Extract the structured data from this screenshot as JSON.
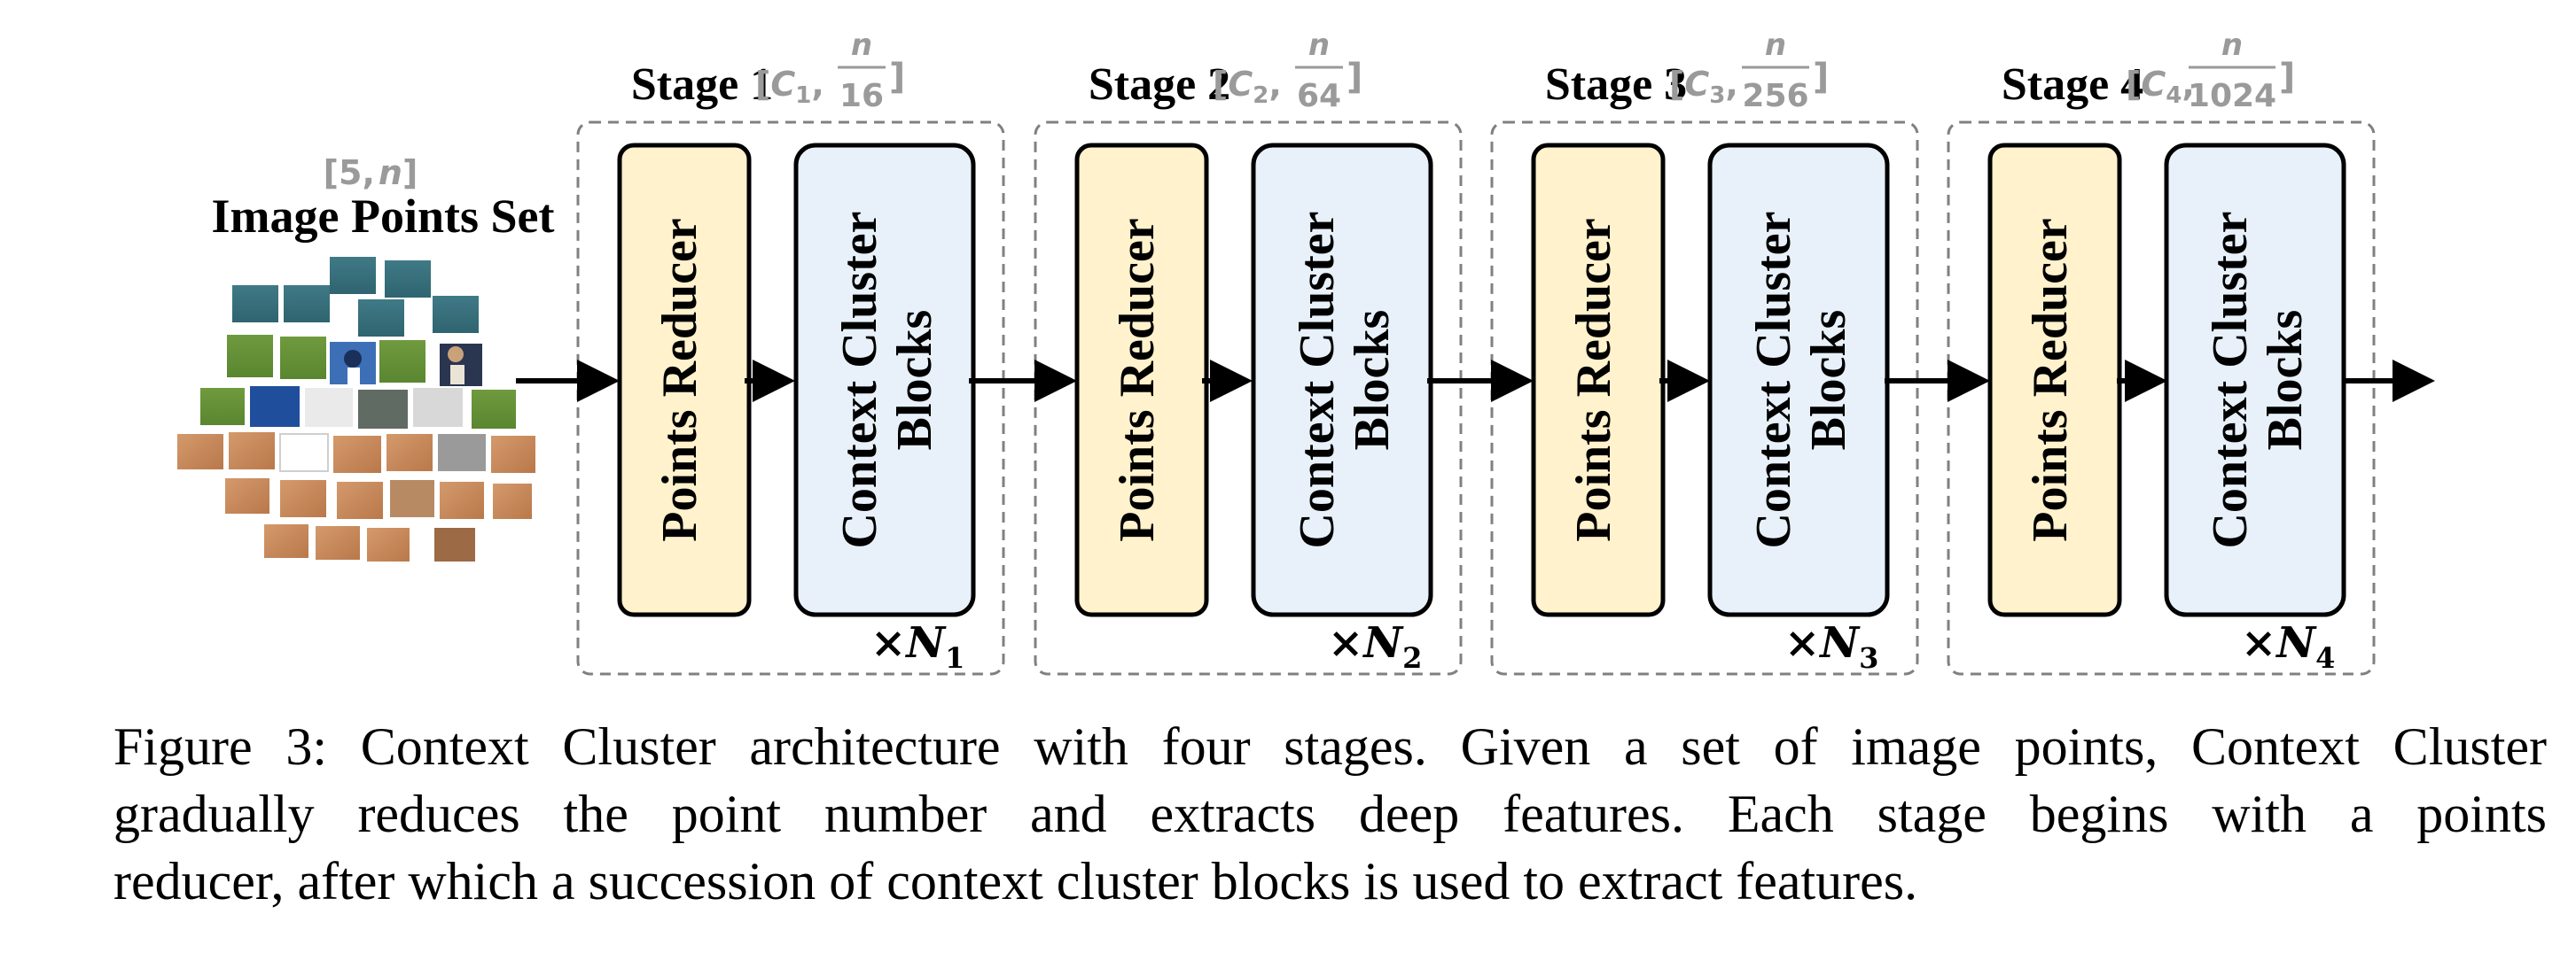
{
  "input": {
    "shape_label": "[5, n]",
    "shape_open": "[",
    "shape_c": "5,",
    "shape_n": "n",
    "shape_close": "]",
    "title": "Image Points Set"
  },
  "stages": [
    {
      "title": "Stage 1",
      "shape_c": "C",
      "shape_sub": "1",
      "shape_num": "n",
      "shape_den": "16",
      "repeat_sub": "1"
    },
    {
      "title": "Stage 2",
      "shape_c": "C",
      "shape_sub": "2",
      "shape_num": "n",
      "shape_den": "64",
      "repeat_sub": "2"
    },
    {
      "title": "Stage 3",
      "shape_c": "C",
      "shape_sub": "3",
      "shape_num": "n",
      "shape_den": "256",
      "repeat_sub": "3"
    },
    {
      "title": "Stage 4",
      "shape_c": "C",
      "shape_sub": "4",
      "shape_num": "n",
      "shape_den": "1024",
      "repeat_sub": "4"
    }
  ],
  "blocks": {
    "reducer_label": "Points Reducer",
    "cluster_line1": "Context Cluster",
    "cluster_line2": "Blocks",
    "repeat_prefix": "×",
    "repeat_var": "N"
  },
  "colors": {
    "reducer_fill": "#FFF2CC",
    "cluster_fill": "#E8F1FA",
    "stage_border": "#808080",
    "shape_text": "#9A9A9A",
    "arrow": "#000000"
  },
  "caption": {
    "line1": "Figure 3: Context Cluster architecture with four stages. Given a set of image points, Context Cluster",
    "line2": "gradually reduces the point number and extracts deep features.  Each stage begins with a points",
    "line3": "reducer, after which a succession of context cluster blocks is used to extract features."
  }
}
